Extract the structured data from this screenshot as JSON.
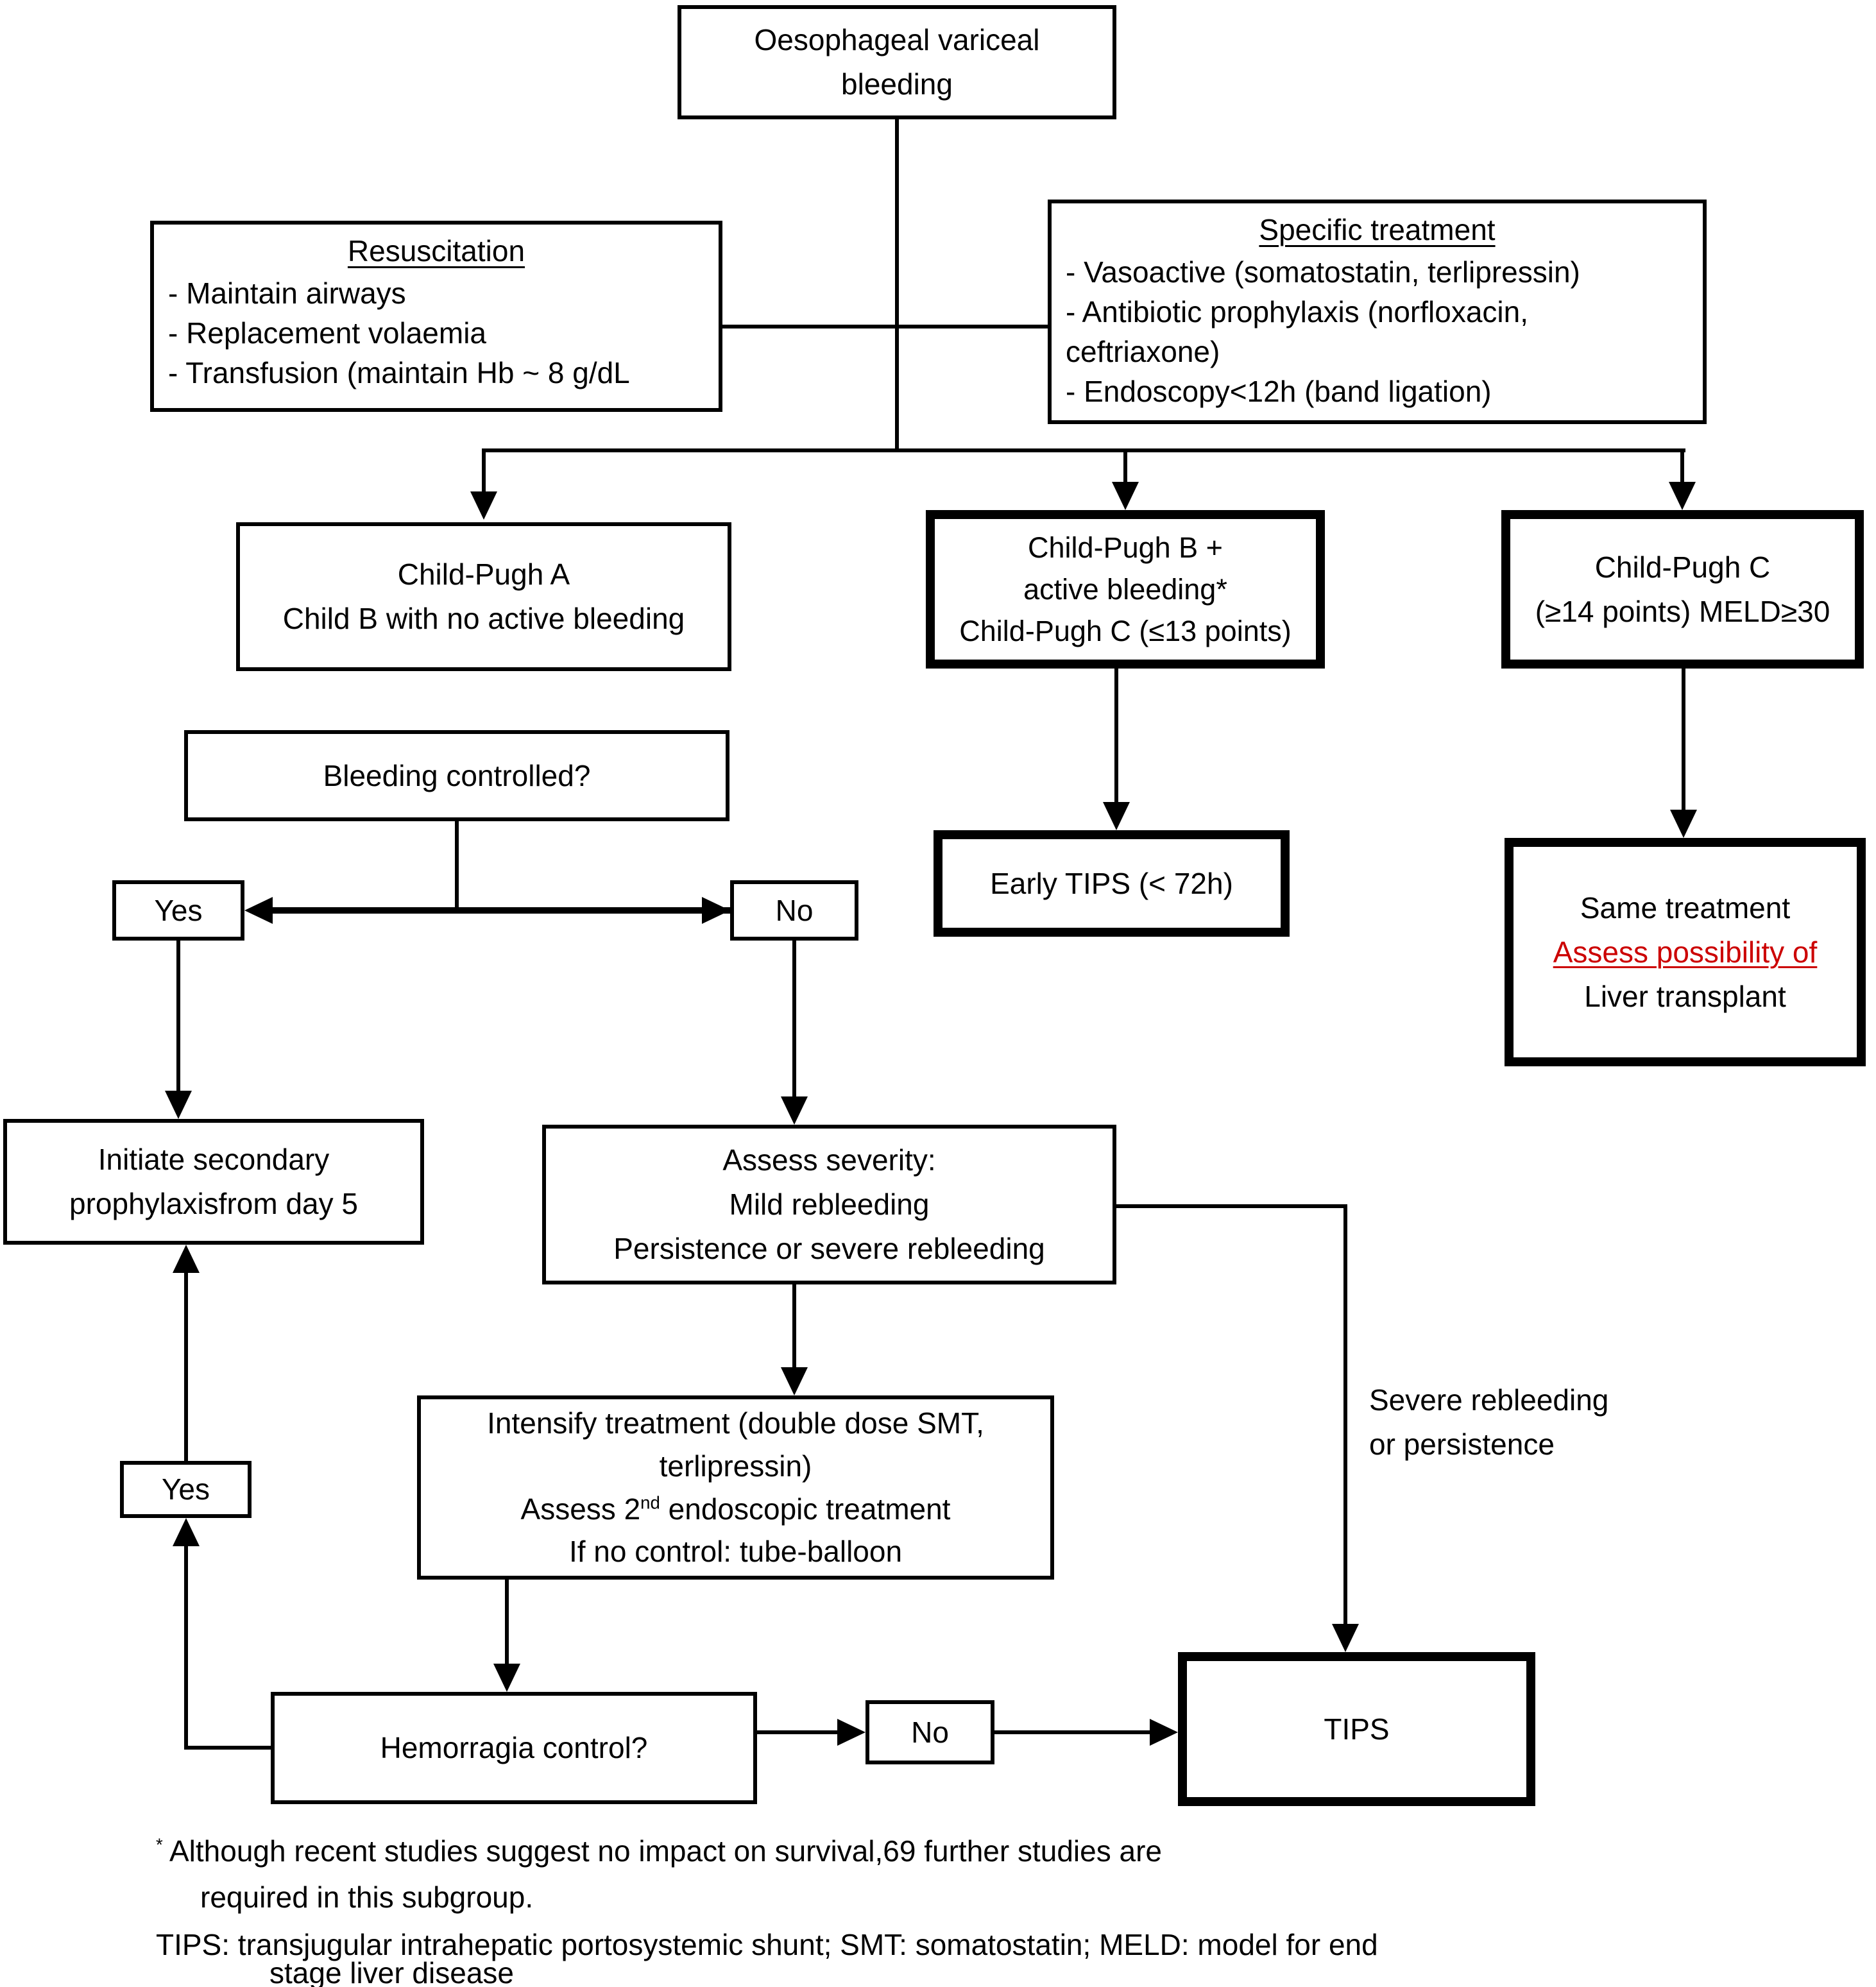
{
  "nodes": {
    "start": "Oesophageal variceal\nbleeding",
    "resuscitation": {
      "title": "Resuscitation",
      "item1": "- Maintain airways",
      "item2": "- Replacement volaemia",
      "item3": "- Transfusion (maintain Hb ~ 8 g/dL"
    },
    "specific_treatment": {
      "title": "Specific treatment",
      "item1": "- Vasoactive (somatostatin, terlipressin)",
      "item2": "- Antibiotic prophylaxis (norfloxacin,\nceftriaxone)",
      "item3": "- Endoscopy<12h (band ligation)"
    },
    "child_pugh_a": "Child-Pugh A\nChild B with no active bleeding",
    "child_pugh_b": "Child-Pugh B +\nactive bleeding*\nChild-Pugh C (≤13 points)",
    "child_pugh_c": "Child-Pugh C\n(≥14 points) MELD≥30",
    "bleeding_controlled": "Bleeding controlled?",
    "yes1": "Yes",
    "no1": "No",
    "early_tips": "Early TIPS (< 72h)",
    "same_treatment": {
      "line1": "Same treatment",
      "line2": "Assess possibility of",
      "line3": "Liver transplant"
    },
    "initiate": "Initiate secondary\nprophylaxisfrom day 5",
    "assess_severity": "Assess severity:\nMild rebleeding\nPersistence or severe rebleeding",
    "intensify": {
      "line1": "Intensify treatment (double dose SMT,\nterlipressin)",
      "line2_pre": "Assess 2",
      "line2_sup": "nd",
      "line2_post": " endoscopic treatment",
      "line3": "If no control: tube-balloon"
    },
    "yes2": "Yes",
    "hemorragia": "Hemorragia control?",
    "no2": "No",
    "tips": "TIPS",
    "severe_label": "Severe rebleeding\nor persistence"
  },
  "footnotes": {
    "star": "*",
    "fn1_line1": " Although recent studies suggest no impact on survival,69 further studies are",
    "fn1_line2": "required in this subgroup.",
    "fn2_line1": "TIPS: transjugular intrahepatic portosystemic shunt; SMT: somatostatin; MELD: model for end",
    "fn2_line2": "stage liver disease"
  },
  "colors": {
    "line": "#000000",
    "highlight_red": "#cc0000",
    "background": "#ffffff"
  }
}
